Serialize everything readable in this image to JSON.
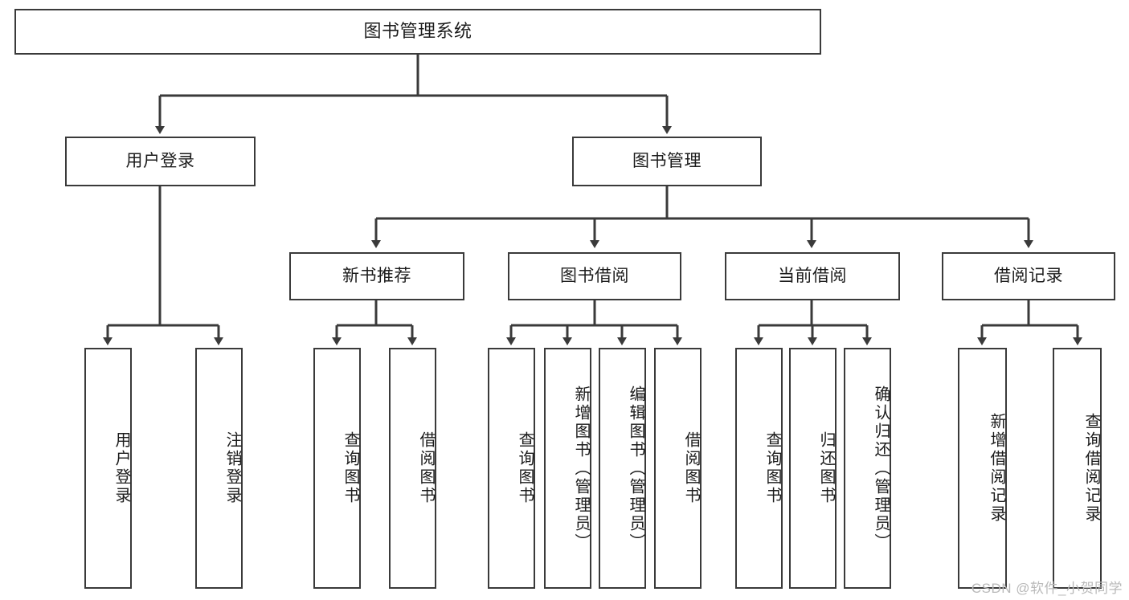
{
  "diagram": {
    "title": "图书管理系统",
    "type": "功能结构图",
    "stroke_color": "#3a3a3a",
    "text_color": "#1c1c1c",
    "background_color": "#ffffff"
  },
  "root": {
    "label": "图书管理系统"
  },
  "level2": [
    {
      "label": "用户登录"
    },
    {
      "label": "图书管理"
    }
  ],
  "level3": [
    {
      "label": "新书推荐"
    },
    {
      "label": "图书借阅"
    },
    {
      "label": "当前借阅"
    },
    {
      "label": "借阅记录"
    }
  ],
  "leaves": {
    "user_login": [
      {
        "label": "用户登录"
      },
      {
        "label": "注销登录"
      }
    ],
    "new_book_recommend": [
      {
        "label": "查询图书"
      },
      {
        "label": "借阅图书"
      }
    ],
    "book_borrow": [
      {
        "label": "查询图书"
      },
      {
        "label": "新增图书（管理员）"
      },
      {
        "label": "编辑图书（管理员）"
      },
      {
        "label": "借阅图书"
      }
    ],
    "current_borrow": [
      {
        "label": "查询图书"
      },
      {
        "label": "归还图书"
      },
      {
        "label": "确认归还（管理员）"
      }
    ],
    "borrow_record": [
      {
        "label": "新增借阅记录"
      },
      {
        "label": "查询借阅记录"
      }
    ]
  },
  "watermark": {
    "text": "CSDN @软件_小贺同学"
  }
}
